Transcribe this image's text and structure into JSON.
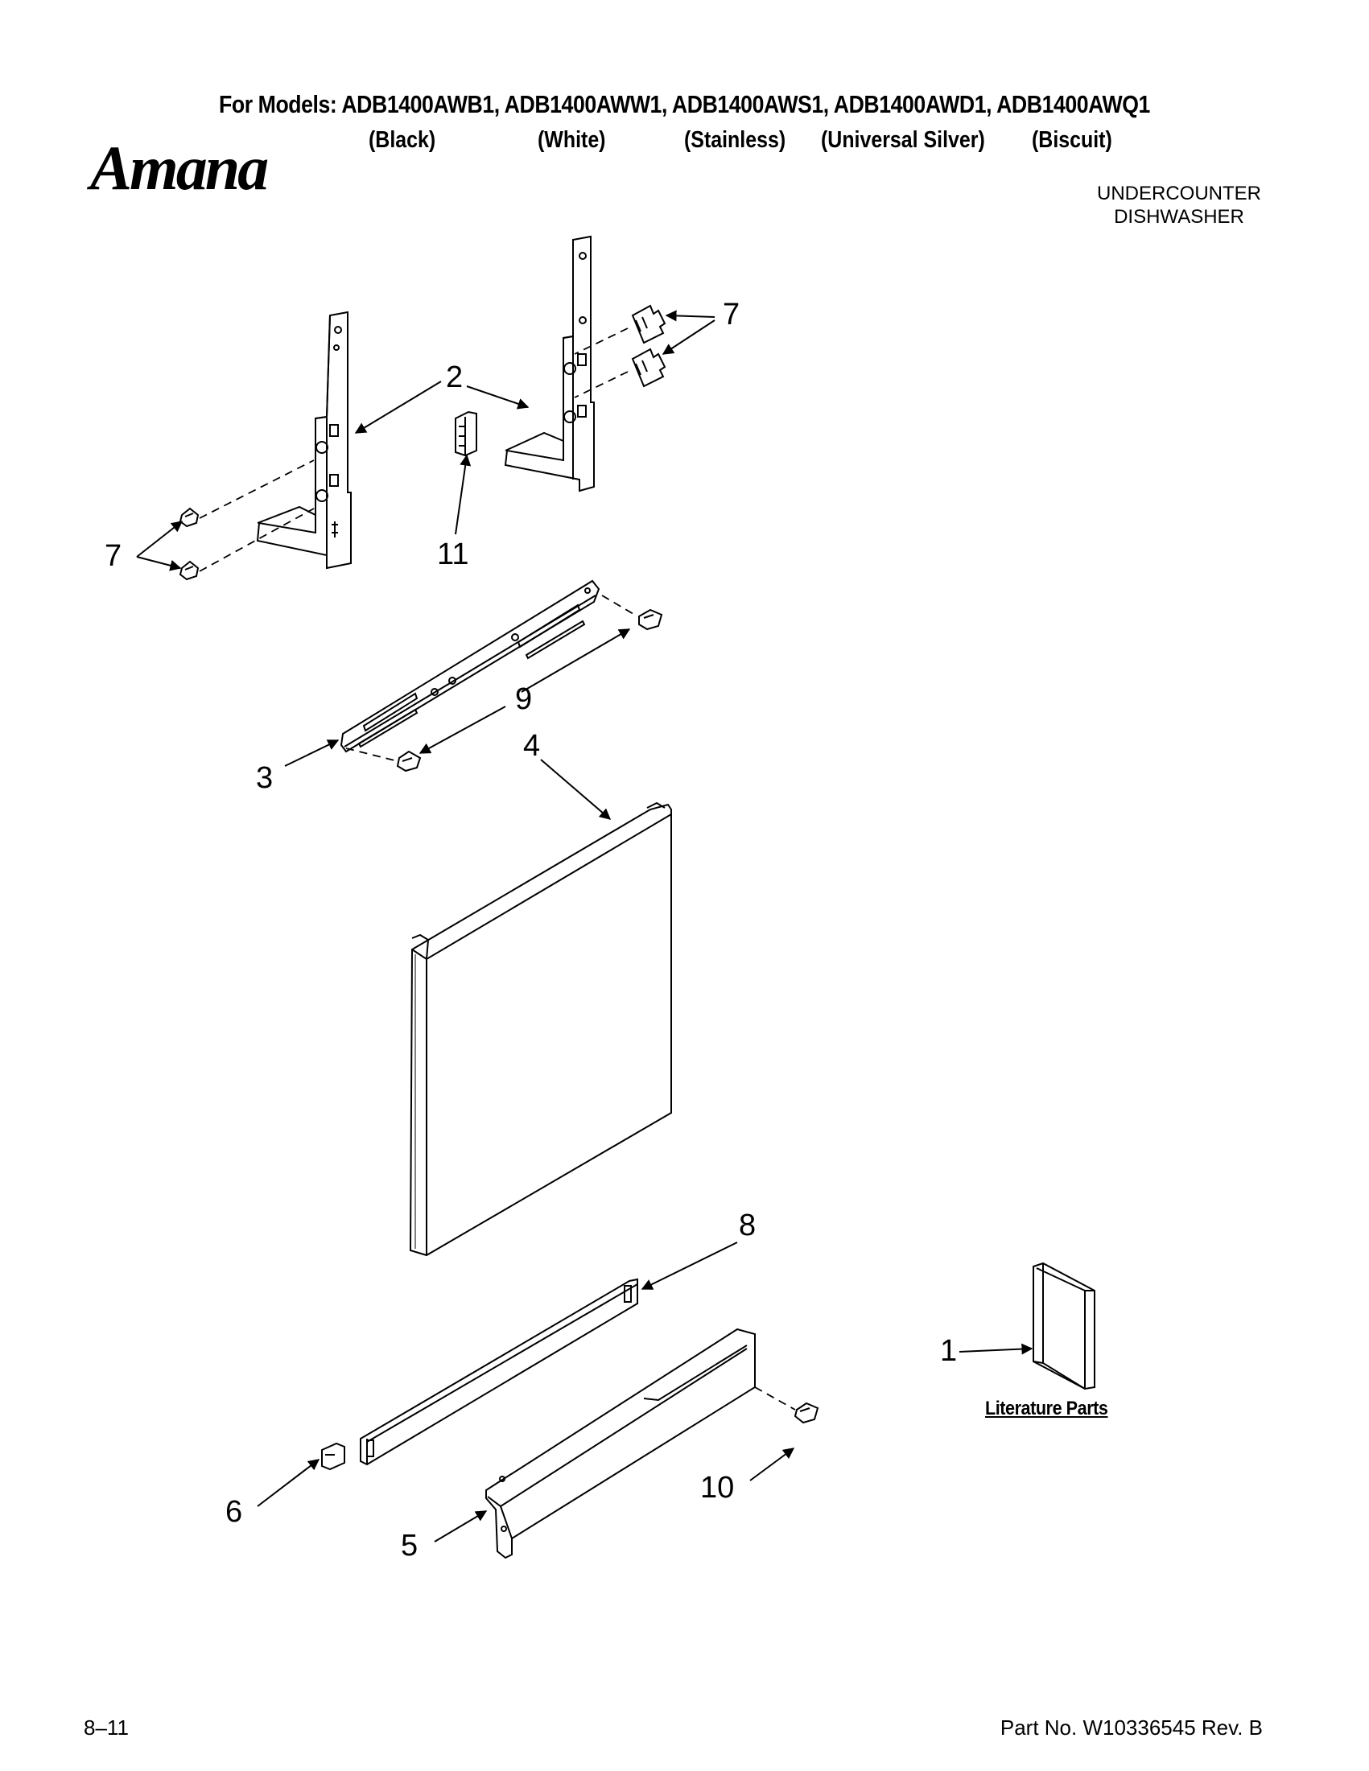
{
  "header": {
    "models_line": "For Models: ADB1400AWB1, ADB1400AWW1, ADB1400AWS1, ADB1400AWD1, ADB1400AWQ1",
    "variants": [
      "(Black)",
      "(White)",
      "(Stainless)",
      "(Universal Silver)",
      "(Biscuit)"
    ],
    "brand": "Amana",
    "product_type": [
      "UNDERCOUNTER",
      "DISHWASHER"
    ]
  },
  "callouts": {
    "c1": "1",
    "c2": "2",
    "c3": "3",
    "c4": "4",
    "c5": "5",
    "c6": "6",
    "c7_right": "7",
    "c7_left": "7",
    "c8": "8",
    "c9": "9",
    "c10": "10",
    "c11": "11"
  },
  "literature_label": "Literature Parts",
  "footer": {
    "page": "8–11",
    "part_no": "Part No. W10336545 Rev. B"
  }
}
